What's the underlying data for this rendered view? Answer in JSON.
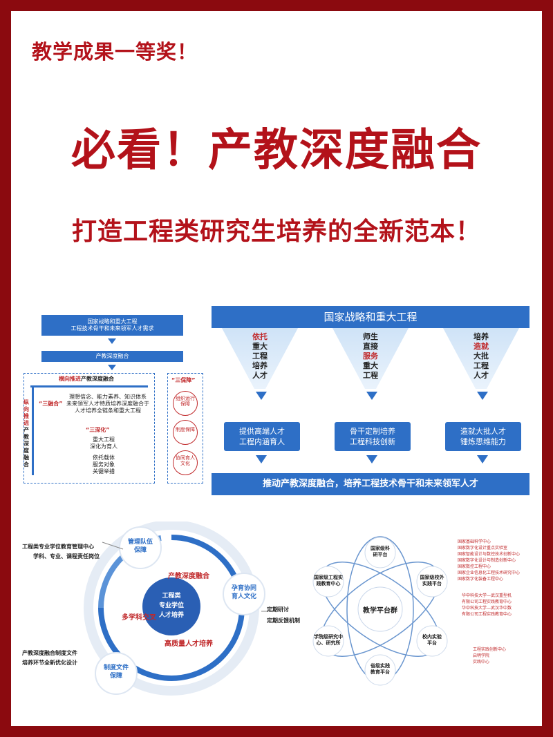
{
  "header": {
    "line1": "教学成果一等奖！",
    "line2": "必看！产教深度融合",
    "line3": "打造工程类研究生培养的全新范本！"
  },
  "left_diagram": {
    "top_box_line1": "国家战略和重大工程",
    "top_box_line2": "工程技术骨干和未来领军人才需求",
    "second_box": "产教深度融合",
    "horizontal_label_red": "横向推进",
    "horizontal_label": "产教深度融合",
    "vertical_label_red": "纵向推进",
    "vertical_label": "产教深度融合",
    "sanronghe_label": "“三融合”",
    "sanronghe_lines": [
      "理想信念、能力素养、知识体系",
      "未来领军人才特质培养深度融合于",
      "人才培养全链条和重大工程"
    ],
    "sanshenhua_label": "“三深化”",
    "sanshenhua_lines": [
      "重大工程",
      "深化为育人"
    ],
    "yituo_lines": [
      "依托载体",
      "服务对象",
      "关键举措"
    ],
    "sanbaozhang_label": "“三保障”",
    "circles": [
      "组织运行保障",
      "制度保障",
      "协同育人文化"
    ]
  },
  "right_diagram": {
    "top_bar": "国家战略和重大工程",
    "funnels": [
      {
        "lines": [
          "依托",
          "重大",
          "工程",
          "培养",
          "人才"
        ],
        "red_index": 0
      },
      {
        "lines": [
          "师生",
          "直接",
          "服务",
          "重大",
          "工程"
        ],
        "red_index": 2
      },
      {
        "lines": [
          "培养",
          "造就",
          "大批",
          "工程",
          "人才"
        ],
        "red_index": 1
      }
    ],
    "boxes": [
      {
        "line1": "提供高端人才",
        "line2": "工程内涵育人"
      },
      {
        "line1": "骨干定制培养",
        "line2": "工程科技创新"
      },
      {
        "line1": "造就大批人才",
        "line2": "锤炼思维能力"
      }
    ],
    "bottom_bar": "推动产教深度融合，培养工程技术骨干和未来领军人才"
  },
  "cycle_diagram": {
    "left_text1_line1": "工程类专业学位教育管理中心",
    "left_text1_line2": "学科、专业、课程责任岗位",
    "left_text2_line1": "产教深度融合制度文件",
    "left_text2_line2": "培养环节全新优化设计",
    "bubble_top": "管理队伍保障",
    "bubble_right": "孕育协同育人文化",
    "bubble_bottom": "制度文件保障",
    "center_lines": [
      "工程类",
      "专业学位",
      "人才培养"
    ],
    "label_top": "产教深度融合",
    "label_left": "多学科交叉",
    "label_bottom": "高质量人才培养",
    "right_text_line1": "定期研讨",
    "right_text_line2": "定期反馈机制"
  },
  "platform_diagram": {
    "center": "教学平台群",
    "nodes": [
      {
        "line1": "国家级科",
        "line2": "研平台"
      },
      {
        "line1": "国家级工程实",
        "line2": "践教育中心"
      },
      {
        "line1": "国家级校外",
        "line2": "实践平台"
      },
      {
        "line1": "学院级研究中",
        "line2": "心、研究所"
      },
      {
        "line1": "校内实验",
        "line2": "平台"
      },
      {
        "line1": "省级实践",
        "line2": "教育平台"
      }
    ],
    "right_list_top": [
      "国家基础科学中心",
      "国家数字化设计重点实验室",
      "国家智能设计与数控技术创新中心",
      "国家数字化设计与制造创新中心",
      "国家数控工程中心",
      "国家企业信息化工程技术研究中心",
      "国家数字化装备工程中心"
    ],
    "right_list_mid": [
      "华中科技大学—武汉重型机",
      "有限公司工程实践教育中心",
      "华中科技大学—武汉华中数",
      "有限公司工程实践教育中心"
    ],
    "right_list_bottom": [
      "工程实践创新中心",
      "启明学院",
      "实践中心"
    ]
  }
}
